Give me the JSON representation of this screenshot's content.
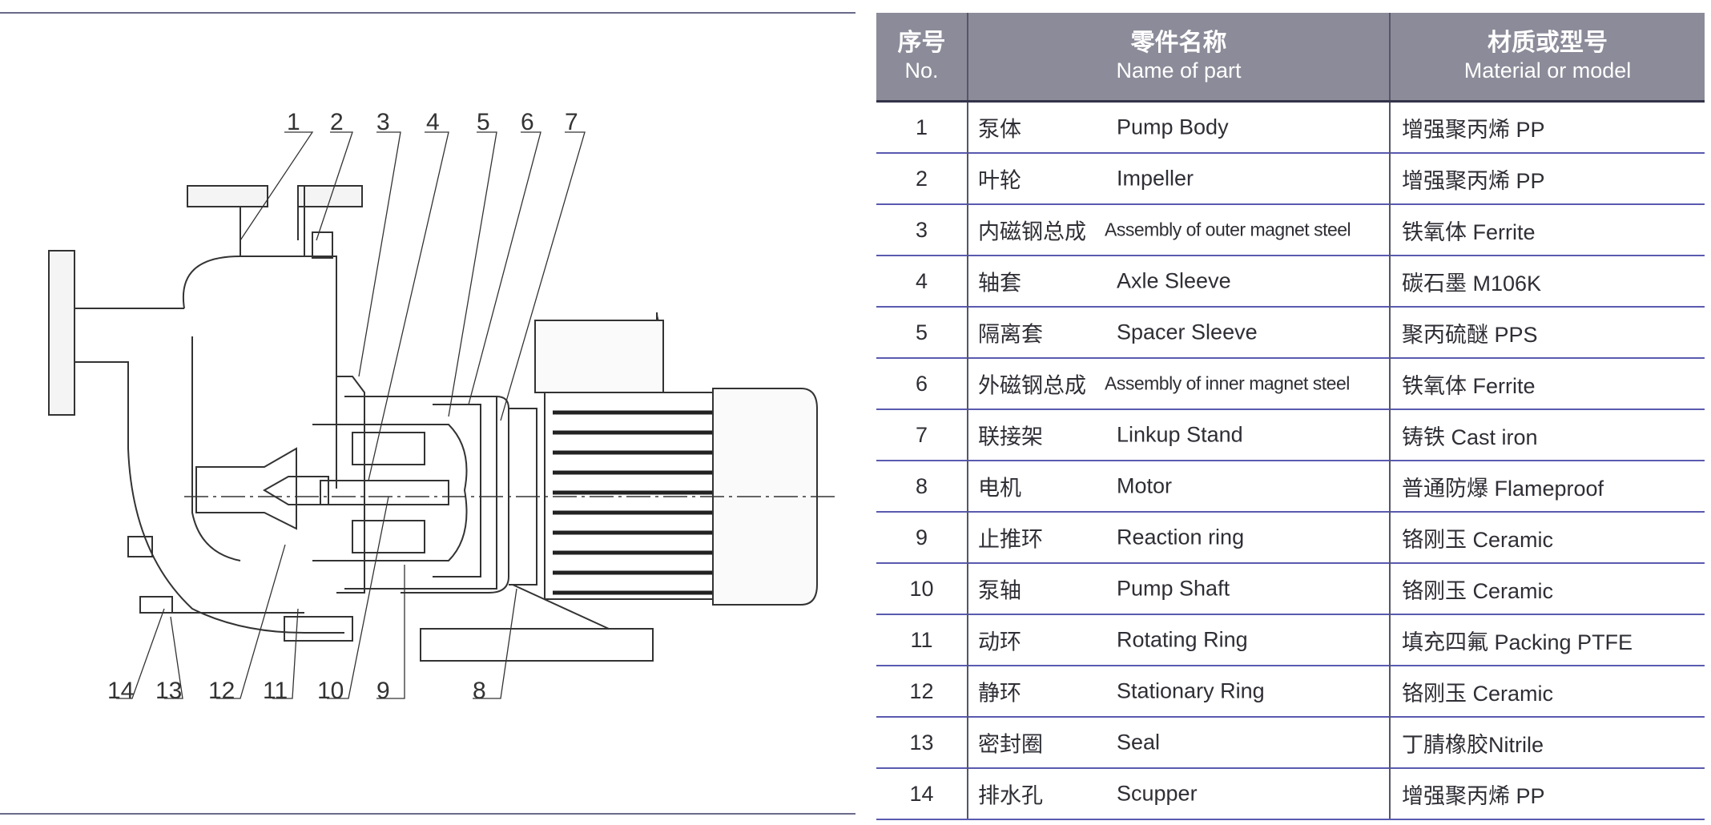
{
  "diagram": {
    "callouts_top": [
      "1",
      "2",
      "3",
      "4",
      "5",
      "6",
      "7"
    ],
    "callouts_bottom": [
      "14",
      "13",
      "12",
      "11",
      "10",
      "9",
      "8"
    ]
  },
  "table": {
    "headers": [
      {
        "cn": "序号",
        "en": "No."
      },
      {
        "cn": "零件名称",
        "en": "Name of part"
      },
      {
        "cn": "材质或型号",
        "en": "Material or model"
      }
    ],
    "rows": [
      {
        "no": "1",
        "cn": "泵体",
        "en": "Pump Body",
        "material": "增强聚丙烯 PP"
      },
      {
        "no": "2",
        "cn": "叶轮",
        "en": "Impeller",
        "material": "增强聚丙烯 PP"
      },
      {
        "no": "3",
        "cn": "内磁钢总成",
        "en": "Assembly of outer magnet steel",
        "material": "铁氧体 Ferrite"
      },
      {
        "no": "4",
        "cn": "轴套",
        "en": "Axle Sleeve",
        "material": "碳石墨 M106K"
      },
      {
        "no": "5",
        "cn": "隔离套",
        "en": "Spacer Sleeve",
        "material": "聚丙硫醚 PPS"
      },
      {
        "no": "6",
        "cn": "外磁钢总成",
        "en": "Assembly of inner magnet steel",
        "material": "铁氧体 Ferrite"
      },
      {
        "no": "7",
        "cn": "联接架",
        "en": "Linkup Stand",
        "material": "铸铁  Cast iron"
      },
      {
        "no": "8",
        "cn": "电机",
        "en": "Motor",
        "material": "普通防爆 Flameproof"
      },
      {
        "no": "9",
        "cn": "止推环",
        "en": "Reaction ring",
        "material": "铬刚玉 Ceramic"
      },
      {
        "no": "10",
        "cn": "泵轴",
        "en": "Pump Shaft",
        "material": "铬刚玉 Ceramic"
      },
      {
        "no": "11",
        "cn": "动环",
        "en": "Rotating Ring",
        "material": "填充四氟 Packing PTFE"
      },
      {
        "no": "12",
        "cn": "静环",
        "en": "Stationary Ring",
        "material": "铬刚玉 Ceramic"
      },
      {
        "no": "13",
        "cn": "密封圈",
        "en": "Seal",
        "material": "丁腈橡胶Nitrile"
      },
      {
        "no": "14",
        "cn": "排水孔",
        "en": "Scupper",
        "material": "增强聚丙烯 PP"
      }
    ]
  }
}
